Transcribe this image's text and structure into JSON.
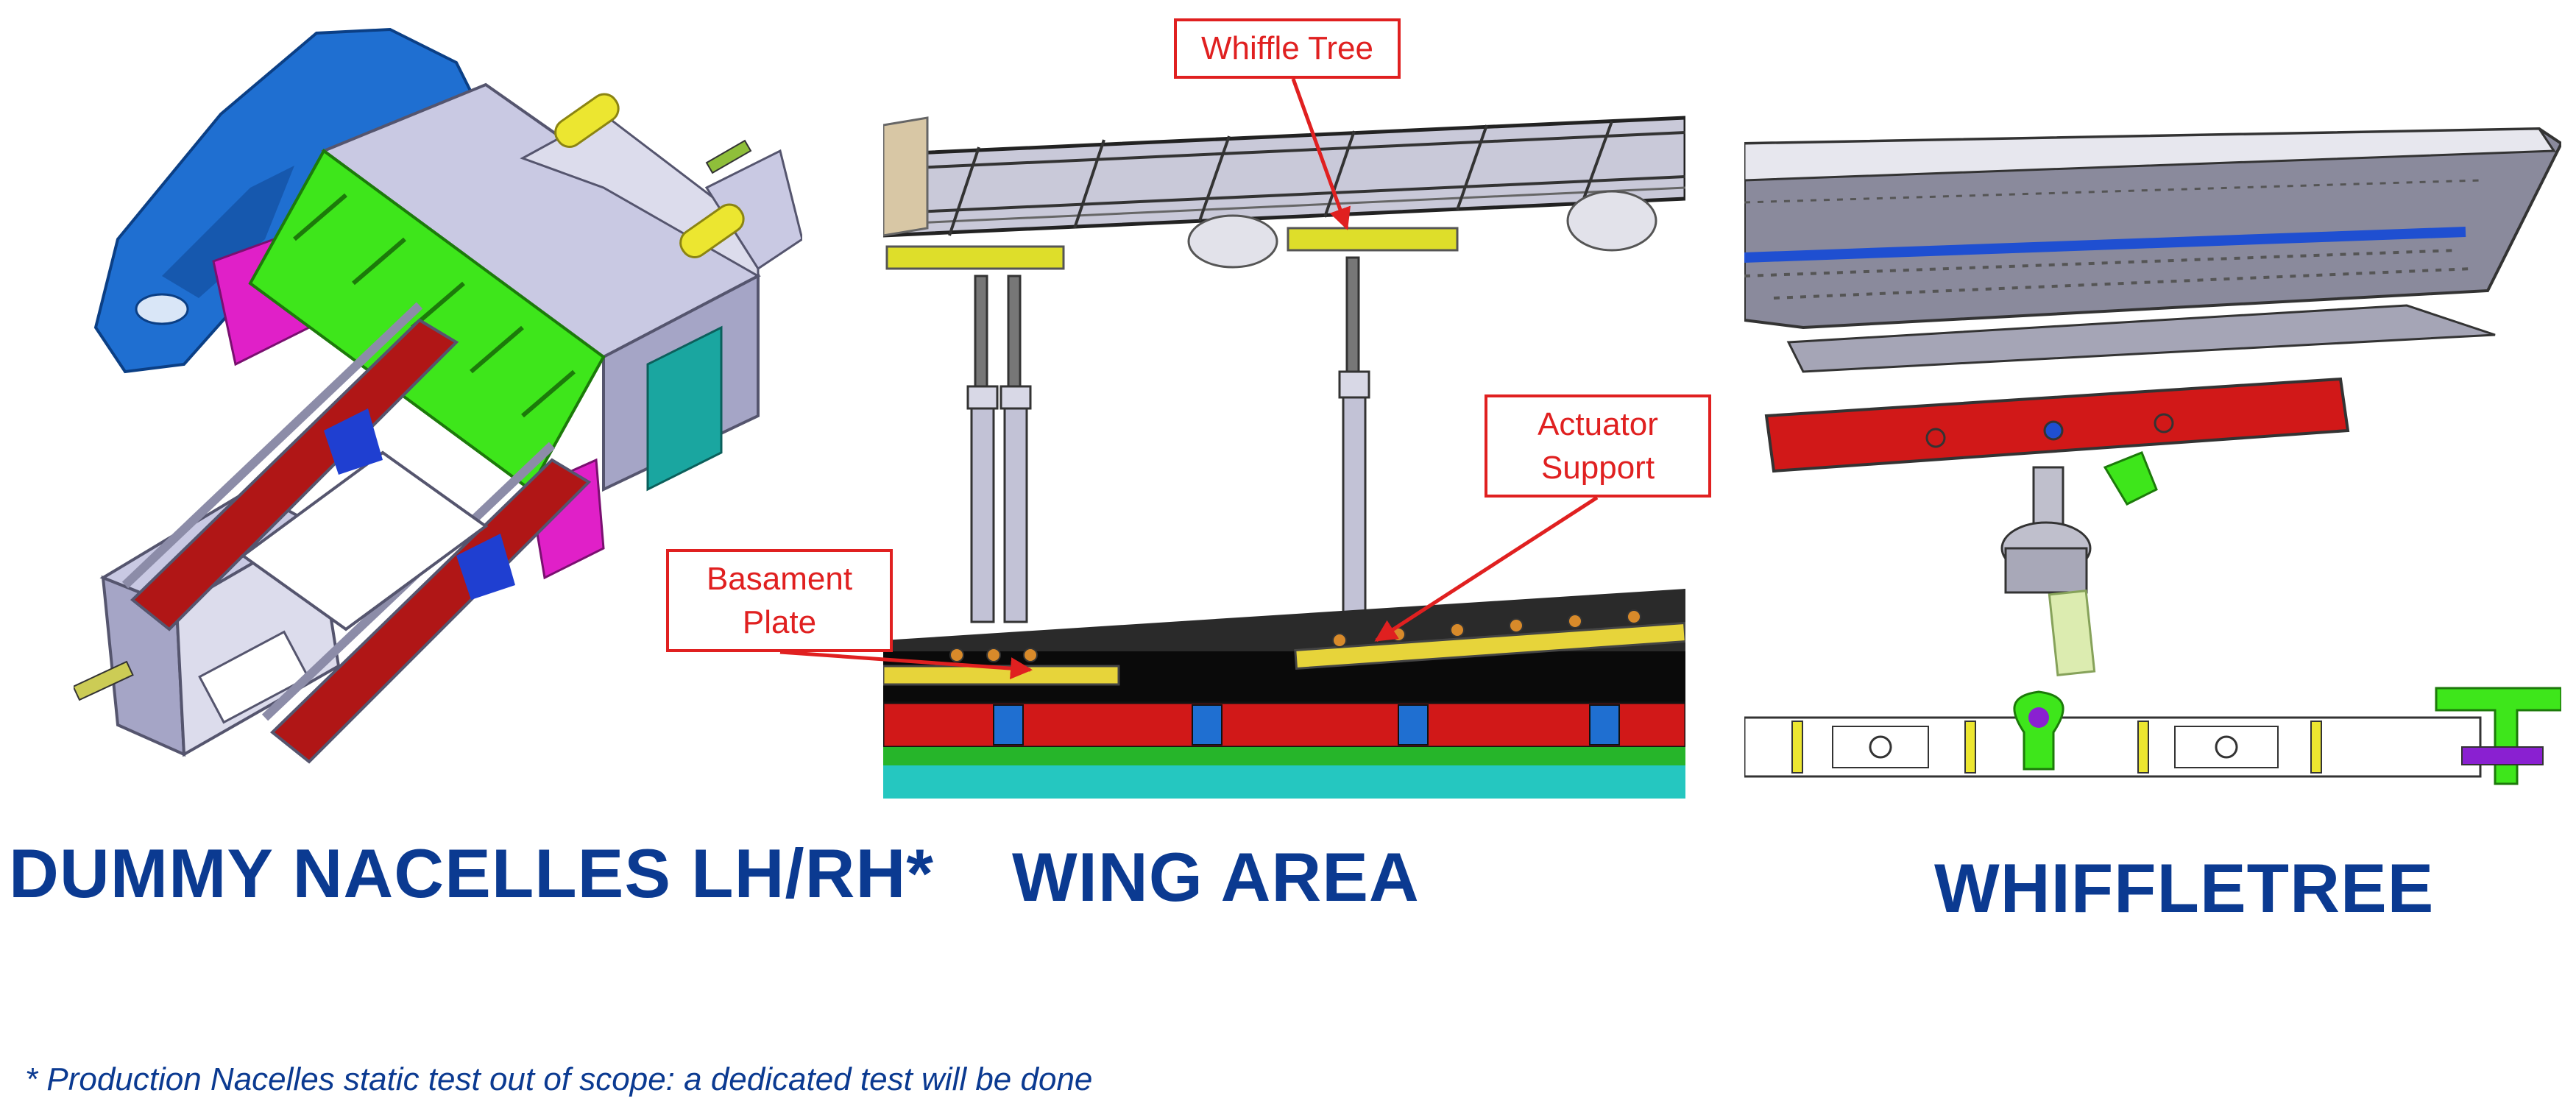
{
  "panels": {
    "nacelle": {
      "caption": "DUMMY NACELLES LH/RH*"
    },
    "wing": {
      "caption": "WING AREA",
      "callouts": {
        "whiffle_tree": "Whiffle Tree",
        "actuator_support_line1": "Actuator",
        "actuator_support_line2": "Support",
        "basament_plate_line1": "Basament",
        "basament_plate_line2": "Plate"
      }
    },
    "whiffletree": {
      "caption": "WHIFFLETREE"
    }
  },
  "footnote": "* Production Nacelles static test out of scope: a dedicated test will be done",
  "colors": {
    "caption_blue": "#0b3a91",
    "callout_red": "#e02020",
    "nacelle_blue": "#1f6fd1",
    "nacelle_green": "#3ee61b",
    "nacelle_grey": "#b9b9d6",
    "rail_red": "#b01616",
    "magenta": "#e020c8",
    "yellow": "#ece630"
  },
  "icons": [
    "nacelle-cad-model",
    "wing-test-rig-cad",
    "whiffletree-cad-detail"
  ]
}
